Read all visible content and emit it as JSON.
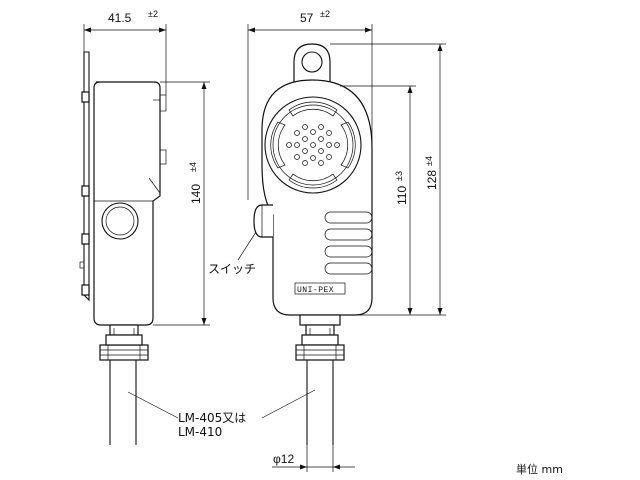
{
  "dimensions": {
    "width_side": {
      "value": "41.5",
      "tol": "±2"
    },
    "width_front": {
      "value": "57",
      "tol": "±2"
    },
    "height_side": {
      "value": "140",
      "tol": "±4"
    },
    "height_front_inner": {
      "value": "110",
      "tol": "±3"
    },
    "height_front_outer": {
      "value": "128",
      "tol": "±4"
    },
    "cable_diameter": {
      "value": "φ12"
    }
  },
  "labels": {
    "switch": "スイッチ",
    "cable_line1": "LM-405又は",
    "cable_line2": "LM-410",
    "brand": "UNI-PEX",
    "unit": "単位 mm"
  }
}
